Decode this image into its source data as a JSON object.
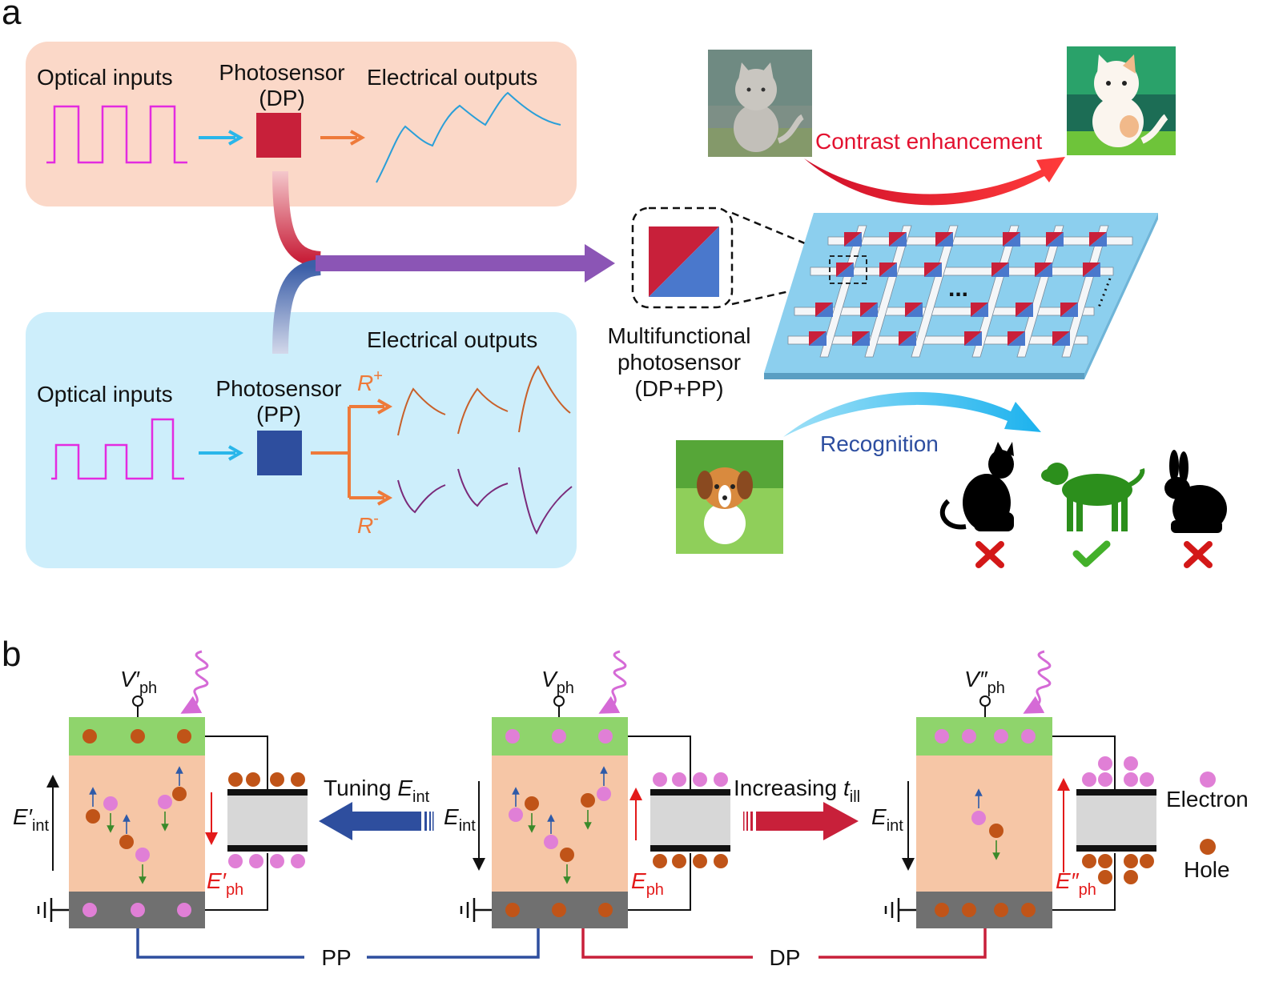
{
  "panel_a": {
    "label": "a",
    "dp_box": {
      "optical_inputs": "Optical inputs",
      "photosensor_line1": "Photosensor",
      "photosensor_line2": "(DP)",
      "electrical_outputs": "Electrical outputs"
    },
    "pp_box": {
      "optical_inputs": "Optical inputs",
      "photosensor_line1": "Photosensor",
      "photosensor_line2": "(PP)",
      "electrical_outputs": "Electrical outputs",
      "r_plus_base": "R",
      "r_plus_sup": "+",
      "r_minus_base": "R",
      "r_minus_sup": "-"
    },
    "multifunctional": {
      "line1": "Multifunctional",
      "line2": "photosensor",
      "line3": "(DP+PP)"
    },
    "array_ellipsis": "...",
    "contrast_enhancement": "Contrast enhancement",
    "recognition": "Recognition",
    "candidates": [
      "cat",
      "dog",
      "rabbit"
    ],
    "recognized": "dog"
  },
  "panel_b": {
    "label": "b",
    "left": {
      "v_label": "V′",
      "v_sub": "ph",
      "e_int": "E′",
      "e_int_sub": "int",
      "e_ph": "E′",
      "e_ph_sub": "ph"
    },
    "middle": {
      "v_label": "V",
      "v_sub": "ph",
      "e_int": "E",
      "e_int_sub": "int",
      "e_ph": "E",
      "e_ph_sub": "ph"
    },
    "right": {
      "v_label": "V″",
      "v_sub": "ph",
      "e_int": "E",
      "e_int_sub": "int",
      "e_ph": "E″",
      "e_ph_sub": "ph"
    },
    "tuning_prefix": "Tuning ",
    "tuning_var": "E",
    "tuning_sub": "int",
    "increasing_prefix": "Increasing ",
    "increasing_var": "t",
    "increasing_sub": "ill",
    "pp_label": "PP",
    "dp_label": "DP",
    "legend_electron": "Electron",
    "legend_hole": "Hole"
  },
  "colors": {
    "dp_red": "#c8203a",
    "pp_blue": "#2e4e9e",
    "electron": "#e07fd6",
    "hole": "#c05418",
    "pulse_magenta": "#e32be0",
    "arrow_purple": "#8b55b5"
  }
}
